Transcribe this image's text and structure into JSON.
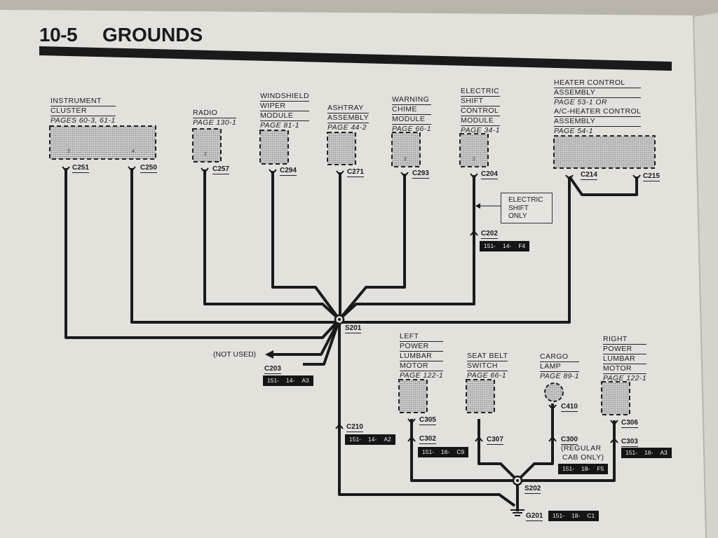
{
  "header": {
    "page_number": "10-5",
    "title": "GROUNDS"
  },
  "components": {
    "instrument_cluster": {
      "name": [
        "INSTRUMENT",
        "CLUSTER"
      ],
      "page": "PAGES 60-3, 61-1",
      "pins": [
        "2",
        "4"
      ]
    },
    "radio": {
      "name": [
        "RADIO"
      ],
      "page": "PAGE 130-1",
      "pin": "2"
    },
    "windshield_wiper": {
      "name": [
        "WINDSHIELD",
        "WIPER",
        "MODULE"
      ],
      "page": "PAGE 81-1"
    },
    "ashtray": {
      "name": [
        "ASHTRAY",
        "ASSEMBLY"
      ],
      "page": "PAGE 44-2"
    },
    "warning_chime": {
      "name": [
        "WARNING",
        "CHIME",
        "MODULE"
      ],
      "page": "PAGE 66-1",
      "pin": "2"
    },
    "electric_shift": {
      "name": [
        "ELECTRIC",
        "SHIFT",
        "CONTROL",
        "MODULE"
      ],
      "page": "PAGE 34-1",
      "pin": "2"
    },
    "heater_control": {
      "name": [
        "HEATER CONTROL",
        "ASSEMBLY"
      ],
      "page": "PAGE 53-1 OR",
      "alt_name": [
        "A/C-HEATER CONTROL",
        "ASSEMBLY"
      ],
      "alt_page": "PAGE 54-1"
    },
    "left_lumbar": {
      "name": [
        "LEFT",
        "POWER",
        "LUMBAR",
        "MOTOR"
      ],
      "page": "PAGE 122-1"
    },
    "seat_belt": {
      "name": [
        "SEAT BELT",
        "SWITCH"
      ],
      "page": "PAGE 66-1"
    },
    "cargo_lamp": {
      "name": [
        "CARGO",
        "LAMP"
      ],
      "page": "PAGE 89-1"
    },
    "right_lumbar": {
      "name": [
        "RIGHT",
        "POWER",
        "LUMBAR",
        "MOTOR"
      ],
      "page": "PAGE 122-1"
    }
  },
  "connectors": {
    "c251": "C251",
    "c250": "C250",
    "c257": "C257",
    "c294": "C294",
    "c271": "C271",
    "c293": "C293",
    "c204": "C204",
    "c214": "C214",
    "c215": "C215",
    "c202": "C202",
    "c203": "C203",
    "c210": "C210",
    "c305": "C305",
    "c302": "C302",
    "c307": "C307",
    "c410": "C410",
    "c300": "C300",
    "c306": "C306",
    "c303": "C303",
    "s201": "S201",
    "s202": "S202",
    "g201": "G201"
  },
  "wire_tags": {
    "c202": [
      "151-",
      "14-",
      "F4"
    ],
    "c203": [
      "151-",
      "14-",
      "A3"
    ],
    "c210": [
      "151-",
      "14-",
      "A2"
    ],
    "c302": [
      "151-",
      "16-",
      "C9"
    ],
    "c300": [
      "151-",
      "18-",
      "F5"
    ],
    "c303": [
      "151-",
      "16-",
      "A3"
    ],
    "g201": [
      "151-",
      "18-",
      "C1"
    ]
  },
  "notes": {
    "electric_shift_only": [
      "ELECTRIC",
      "SHIFT",
      "ONLY"
    ],
    "not_used": "(NOT USED)",
    "regular_cab_only": [
      "(REGULAR",
      "CAB ONLY)"
    ]
  },
  "colors": {
    "wire": "#1a1a1a",
    "page": "#e3e1dc",
    "box_fill": "#b2b2b2",
    "tag_bg": "#151515"
  }
}
